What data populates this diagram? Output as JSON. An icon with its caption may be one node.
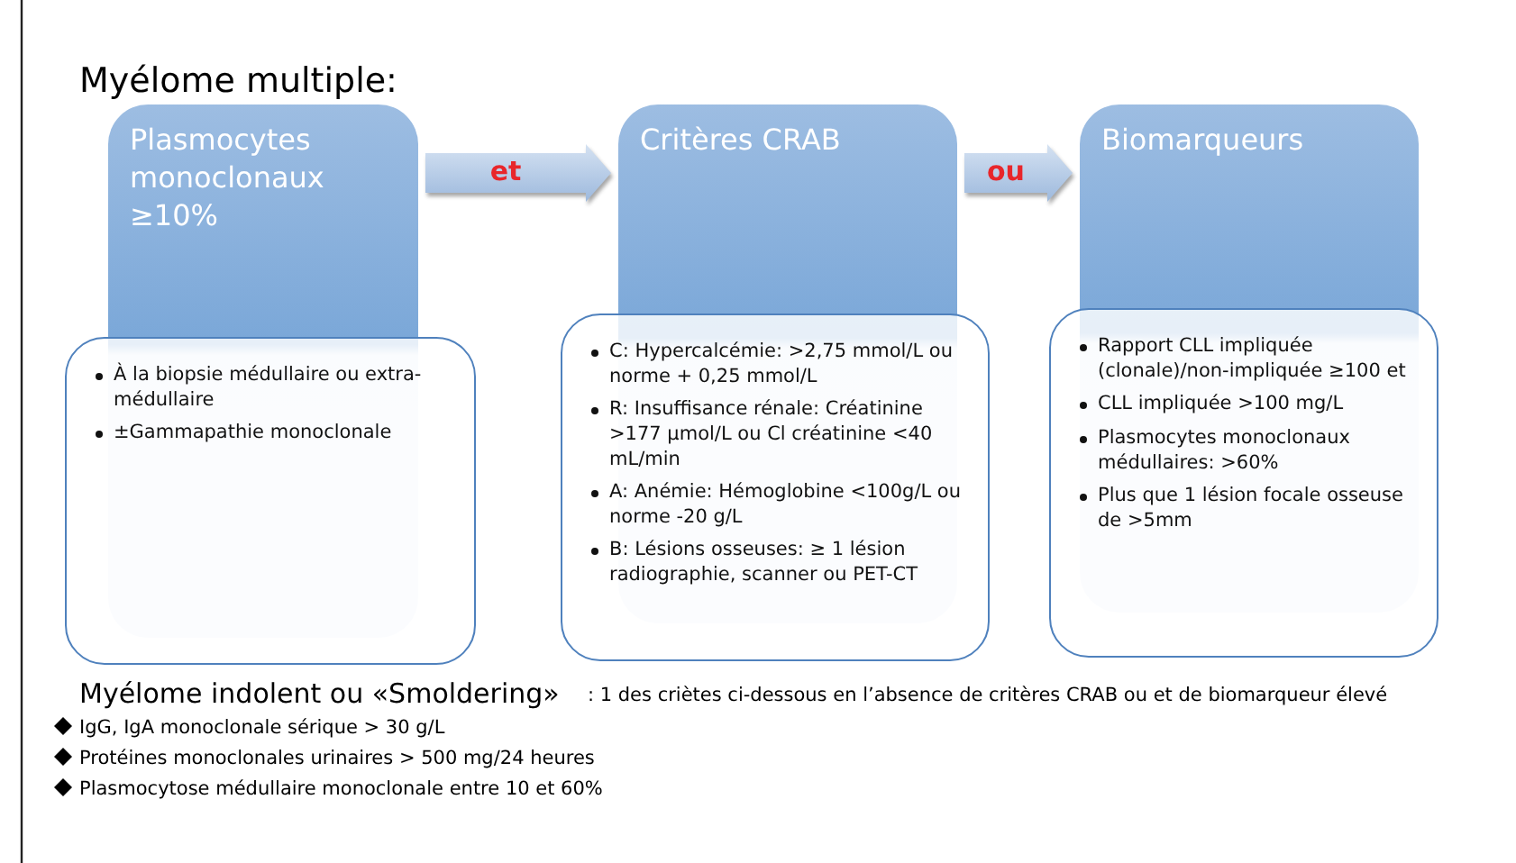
{
  "diagram": {
    "title": "Myélome multiple:",
    "nodes": [
      {
        "text": [
          "Plasmocytes monoclonaux ≥10%"
        ]
      },
      {
        "text": [
          "À la biopsie médullaire ou extra-médullaire",
          "±Gammapathie monoclonale"
        ]
      },
      {
        "text": [
          "Critères CRAB"
        ]
      },
      {
        "text": [
          "C: Hypercalcémie: >2,75 mmol/L ou norme  + 0,25 mmol/L",
          "R: Insuffisance rénale: Créatinine >177 µmol/L ou Cl créatinine <40 mL/min",
          "A: Anémie: Hémoglobine <100g/L ou norme -20 g/L",
          "B: Lésions osseuses: ≥ 1 lésion radiographie, scanner ou PET-CT"
        ]
      },
      {
        "text": [
          "Biomarqueurs"
        ]
      },
      {
        "text": [
          "Rapport CLL impliquée (clonale)/non-impliquée ≥100 et",
          "CLL impliquée >100 mg/L",
          "Plasmocytes monoclonaux médullaires: >60%",
          "Plus que 1 lésion focale osseuse de >5mm"
        ]
      }
    ],
    "edges": [
      {
        "from": 0,
        "to": 2,
        "arrow": "to",
        "label": "et"
      },
      {
        "from": 2,
        "to": 4,
        "arrow": "to",
        "label": "ou"
      }
    ],
    "labels": [
      "Myélome indolent ou «Smoldering»",
      ": 1 des criètes ci-dessous en l’absence de critères CRAB ou et de biomarqueur élevé",
      "IgG, IgA monoclonale sérique > 30 g/L",
      "Protéines monoclonales urinaires > 500 mg/24 heures",
      "Plasmocytose médullaire monoclonale entre 10 et 60%"
    ]
  }
}
